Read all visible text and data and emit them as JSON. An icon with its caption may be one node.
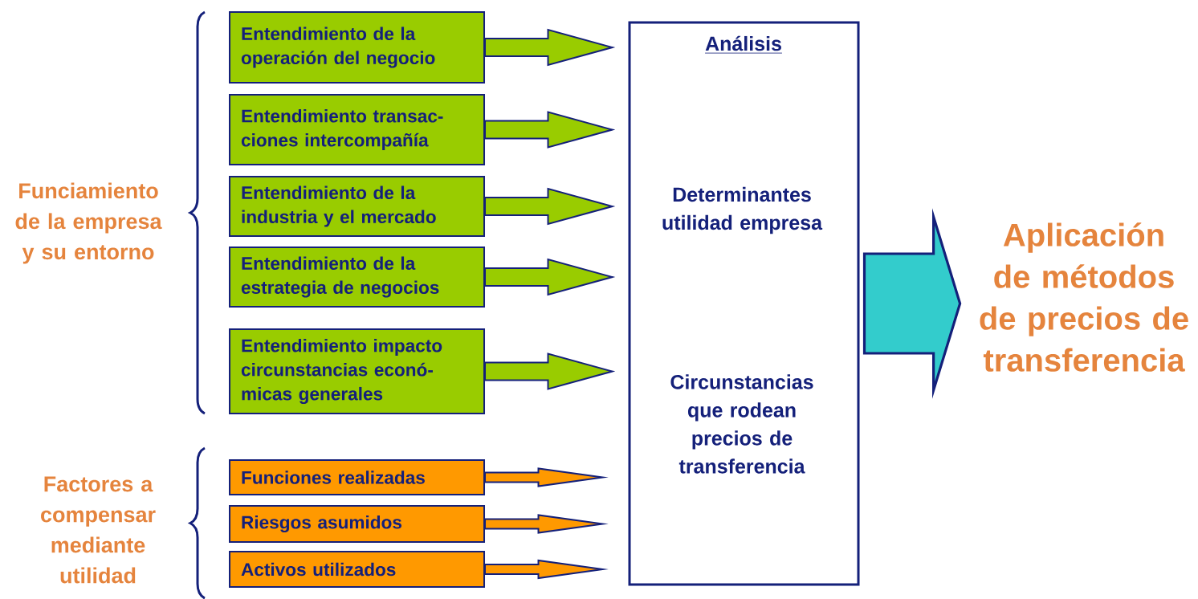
{
  "diagram": {
    "nodes": [
      {
        "text": [
          "Entendimiento de la operación del negocio"
        ]
      },
      {
        "text": [
          "Entendimiento transac-ciones intercompañía"
        ]
      },
      {
        "text": [
          "Entendimiento de la industria y el mercado"
        ]
      },
      {
        "text": [
          "Entendimiento de la estrategia de negocios"
        ]
      },
      {
        "text": [
          "Entendimiento impacto circunstancias econó-micas generales"
        ]
      },
      {
        "text": [
          "Funciones realizadas"
        ]
      },
      {
        "text": [
          "Riesgos asumidos"
        ]
      },
      {
        "text": [
          "Activos utilizados"
        ]
      },
      {
        "text": [
          "Análisis",
          "Determinantes utilidad empresa",
          "Circunstancias que rodean precios de transferencia"
        ]
      },
      {
        "text": [
          "Aplicación de métodos de precios de transferencia"
        ]
      }
    ],
    "edges": [
      {
        "from": 0,
        "to": 8,
        "arrow": "to"
      },
      {
        "from": 1,
        "to": 8,
        "arrow": "to"
      },
      {
        "from": 2,
        "to": 8,
        "arrow": "to"
      },
      {
        "from": 3,
        "to": 8,
        "arrow": "to"
      },
      {
        "from": 4,
        "to": 8,
        "arrow": "to"
      },
      {
        "from": 5,
        "to": 8,
        "arrow": "to",
        "color": "#ff9900"
      },
      {
        "from": 6,
        "to": 8,
        "arrow": "to",
        "color": "#ff9900"
      },
      {
        "from": 7,
        "to": 8,
        "arrow": "to",
        "color": "#ff9900"
      },
      {
        "from": 8,
        "to": 9,
        "arrow": "to",
        "color": "#33cccc",
        "style": "thick"
      }
    ],
    "labels": [
      "Funciamiento de la empresa y su entorno",
      "Factores a compensar mediante utilidad"
    ]
  }
}
